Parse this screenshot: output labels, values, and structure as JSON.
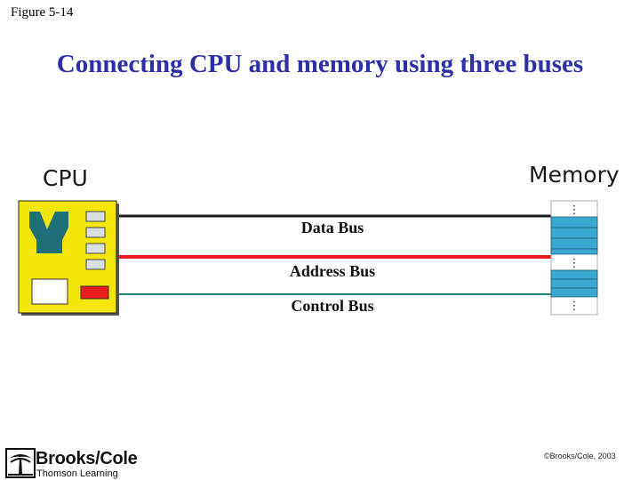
{
  "figure_label": "Figure 5-14",
  "title": "Connecting CPU and memory using three buses",
  "cpu_label": "CPU",
  "memory_label": "Memory",
  "buses": [
    {
      "label": "Data Bus",
      "color": "#1a1a1a"
    },
    {
      "label": "Address Bus",
      "color": "#e81c1c"
    },
    {
      "label": "Control Bus",
      "color": "#1f8a7a"
    }
  ],
  "colors": {
    "title": "#2d2fa6",
    "cpu_body": "#f5e60a",
    "cpu_core": "#1e6f78",
    "register": "#d9dee3",
    "cpu_red_block": "#e81c1c",
    "memory_cell": "#3aa7d0"
  },
  "memory_gap_symbol": "⋮",
  "copyright": "©Brooks/Cole, 2003",
  "publisher": {
    "name": "Brooks/Cole",
    "subtitle": "Thomson Learning",
    "logo_icon": "tree-logo-icon"
  }
}
